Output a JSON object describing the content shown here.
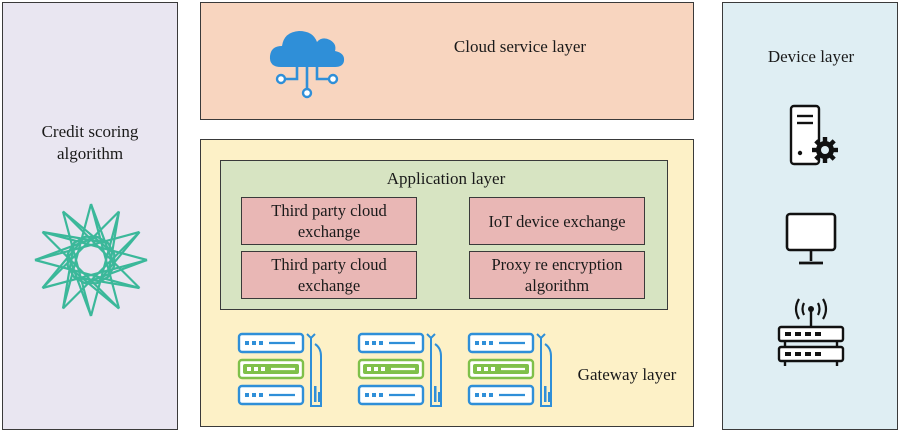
{
  "left": {
    "title": "Credit scoring algorithm"
  },
  "cloud": {
    "title": "Cloud service layer"
  },
  "application": {
    "title": "Application layer",
    "boxes": [
      "Third party cloud exchange",
      "IoT device exchange",
      "Third party cloud exchange",
      "Proxy re encryption algorithm"
    ]
  },
  "gateway": {
    "title": "Gateway layer"
  },
  "device": {
    "title": "Device layer"
  },
  "icons": {
    "algorithm": "star-polygon-icon",
    "cloud": "cloud-network-icon",
    "gateway": "server-rack-icon",
    "device": [
      "server-tower-gear-icon",
      "monitor-icon",
      "router-icon"
    ]
  },
  "colors": {
    "left_panel": "#e9e6f1",
    "right_panel": "#dfeef3",
    "cloud_panel": "#f8d5bf",
    "mid_panel": "#fdf1c7",
    "app_panel": "#d7e4c2",
    "app_box": "#e9b7b5",
    "teal": "#3bb89a",
    "blue": "#2f8fd8",
    "green": "#7fc04a"
  }
}
